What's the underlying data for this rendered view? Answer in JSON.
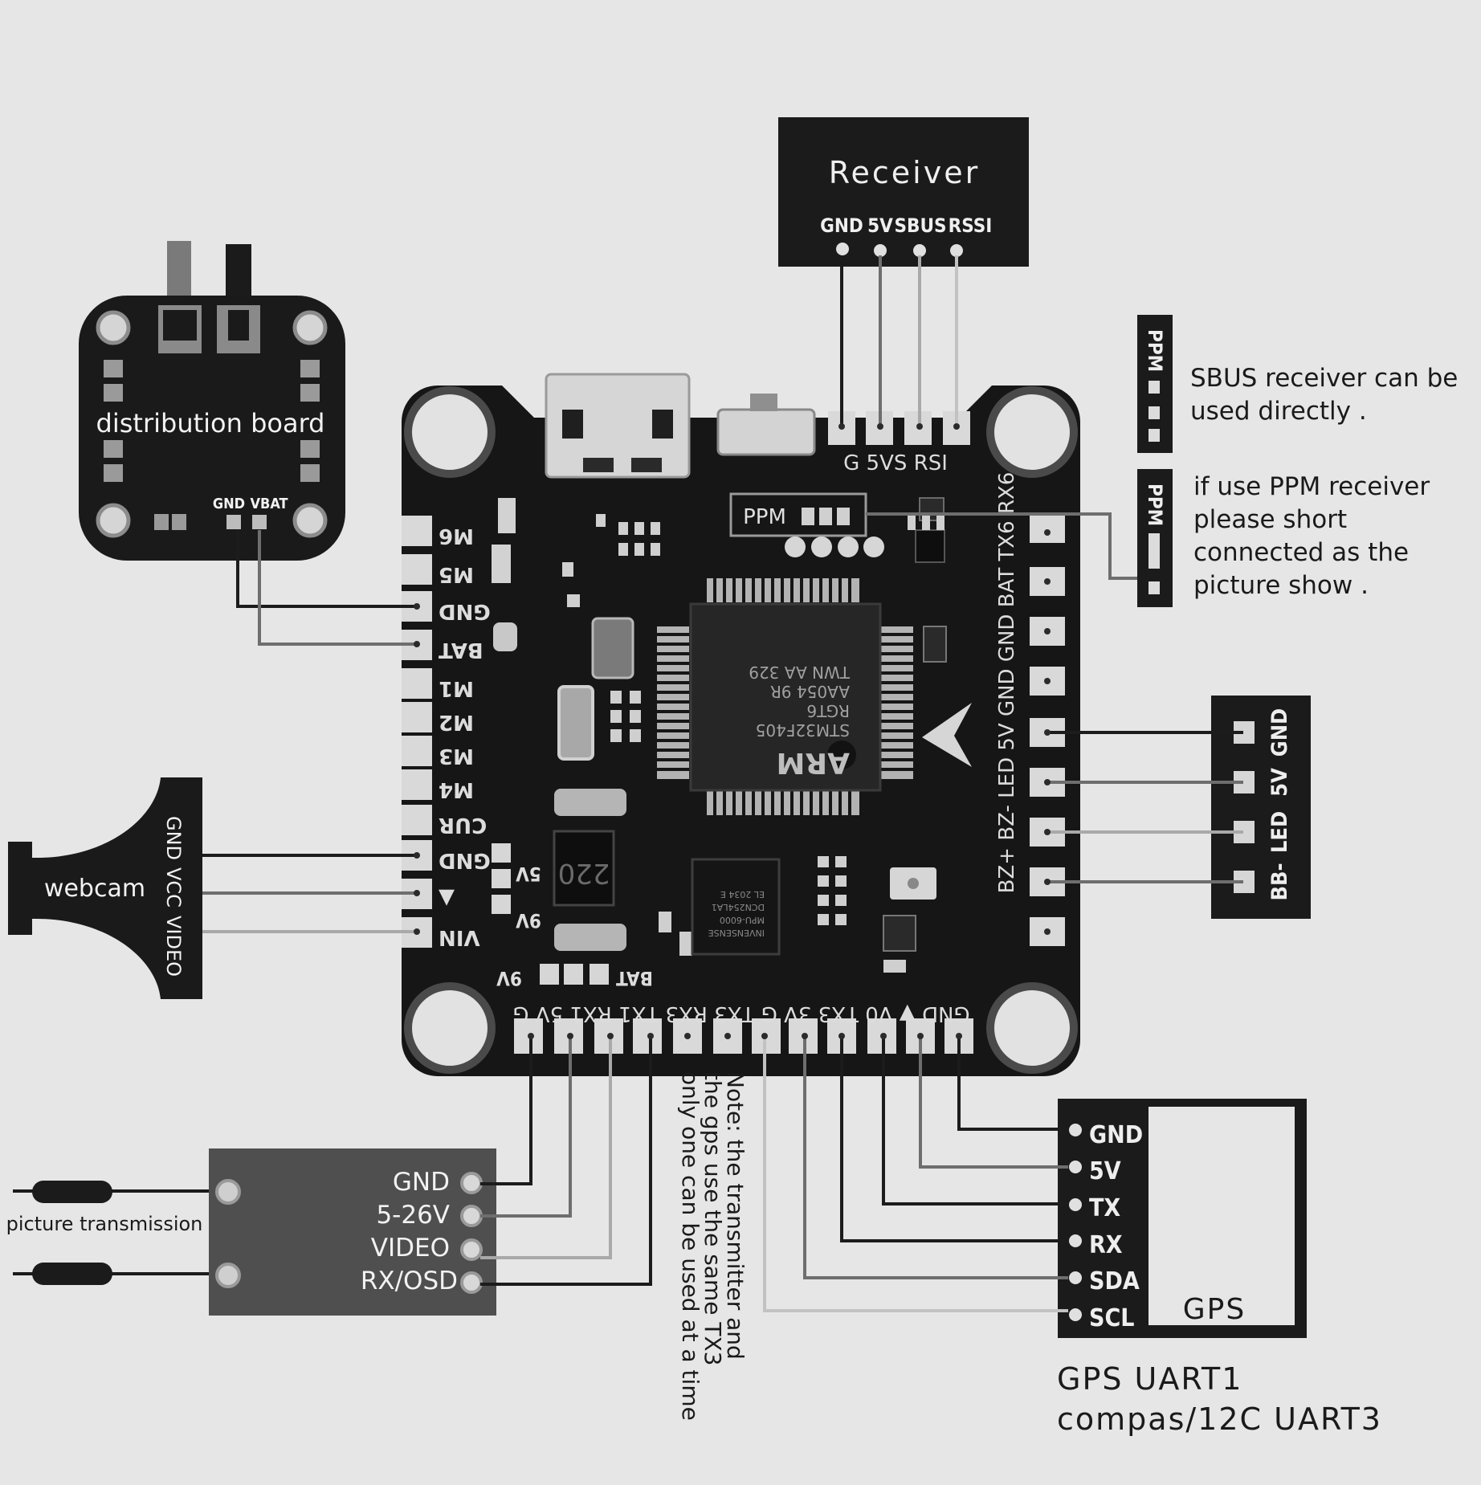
{
  "receiver": {
    "title": "Receiver",
    "pins": [
      "GND",
      "5V",
      "SBUS",
      "RSSI"
    ]
  },
  "distribution_board": {
    "label": "distribution board",
    "pins": [
      "GND",
      "VBAT"
    ]
  },
  "webcam": {
    "label": "webcam",
    "pins": [
      "GND",
      "VCC",
      "VIDEO"
    ]
  },
  "fc": {
    "left_pins": [
      "M6",
      "M5",
      "GND",
      "BAT",
      "M1",
      "M2",
      "M3",
      "M4",
      "CUR",
      "GND",
      "▲",
      "VIN"
    ],
    "bottom_pins": [
      "GND",
      "▼",
      "V0",
      "TX3",
      "3V",
      "G",
      "TX3",
      "RX3",
      "TX1",
      "RX1",
      "5V",
      "G"
    ],
    "bottom_labels_text": "GND ▼ V0 TX3 3V G TX3 RX3 TX1 RX1 5V G",
    "top_pins_text": "G 5VS RSI",
    "right_pins_text": "BZ+ BZ- LED 5V GND GND BAT TX6 RX6",
    "ppm_label": "PPM",
    "jumper_labels": [
      "5V",
      "9V"
    ],
    "pad_labels": [
      "9V",
      "BAT"
    ],
    "chip_lines": [
      "STM32F405",
      "RGT6",
      "AA054 9R",
      "TWN AA 329"
    ],
    "chip_brand": "ARM",
    "gyro_lines": [
      "INVENSENSE",
      "MPU-6000",
      "DCN254LA1",
      "EL 2034 E"
    ],
    "inductor": "220"
  },
  "ppm_notes": {
    "sbus_tag": "PPM",
    "ppm_tag": "PPM",
    "sbus_text": [
      "SBUS receiver can be",
      "used directly ."
    ],
    "ppm_text": [
      "if use PPM receiver",
      "please short",
      "connected as the",
      "picture show ."
    ]
  },
  "led_block": {
    "pins": [
      "GND",
      "5V",
      "LED",
      "BB-"
    ]
  },
  "vtx": {
    "label": "picture transmission",
    "pins": [
      "GND",
      "5-26V",
      "VIDEO",
      "RX/OSD"
    ]
  },
  "note_lines": [
    "Note: the transmitter and",
    "the gps use the same TX3",
    "only one can be used at a time"
  ],
  "gps": {
    "pins": [
      "GND",
      "5V",
      "TX",
      "RX",
      "SDA",
      "SCL"
    ],
    "label": "GPS",
    "caption": [
      "GPS UART1",
      "compas/12C UART3"
    ]
  },
  "colors": {
    "background": "#e6e6e6",
    "board": "#1a1a1a",
    "pad": "#d9d9d9",
    "wire_dark": "#1c1c1c",
    "wire_mid": "#6e6e6e",
    "wire_light": "#a9a9a9"
  }
}
